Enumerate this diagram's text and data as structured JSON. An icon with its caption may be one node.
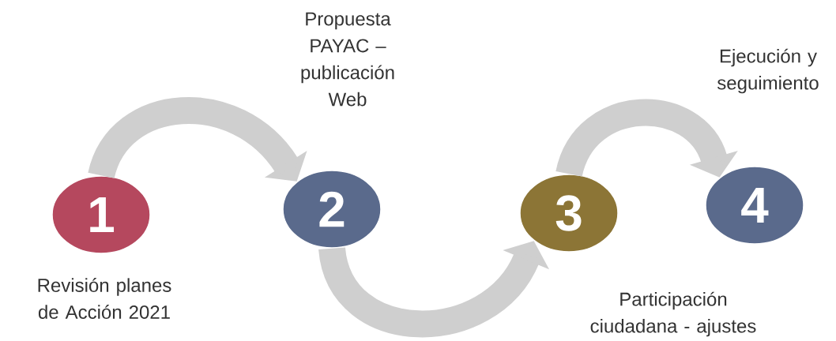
{
  "diagram": {
    "nodes": [
      {
        "text": [
          "1"
        ],
        "beside": [
          "Revisión planes de Acción 2021"
        ]
      },
      {
        "text": [
          "2"
        ],
        "beside": [
          "Propuesta PAYAC – publicación Web"
        ]
      },
      {
        "text": [
          "3"
        ],
        "beside": [
          "Participación ciudadana - ajustes"
        ]
      },
      {
        "text": [
          "4"
        ],
        "beside": [
          "Ejecución y seguimiento"
        ]
      }
    ],
    "edges": [
      {
        "from": 0,
        "to": 1,
        "arrow": "to"
      },
      {
        "from": 1,
        "to": 2,
        "arrow": "to"
      },
      {
        "from": 2,
        "to": 3,
        "arrow": "to"
      }
    ]
  }
}
